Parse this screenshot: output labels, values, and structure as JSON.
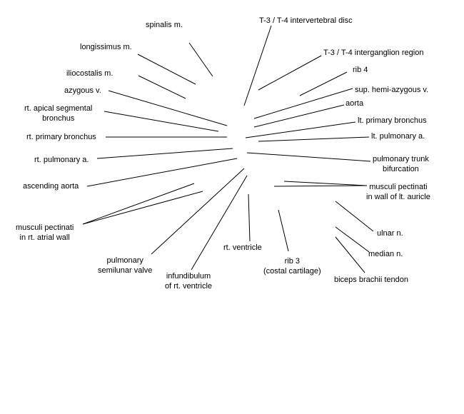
{
  "labels": {
    "spinalis": "spinalis m.",
    "longissimus": "longissimus m.",
    "iliocostalis": "iliocostalis m.",
    "azygous": "azygous v.",
    "apical_bronchus": "rt. apical segmental\nbronchus",
    "rt_primary_bronchus": "rt. primary bronchus",
    "rt_pulmonary_a": "rt. pulmonary a.",
    "ascending_aorta": "ascending aorta",
    "musculi_rt_atrial": "musculi pectinati\nin rt. atrial wall",
    "pulmonary_valve": "pulmonary\nsemilunar valve",
    "infundibulum": "infundibulum\nof rt. ventricle",
    "rt_ventricle": "rt. ventricle",
    "rib3": "rib 3\n(costal cartilage)",
    "biceps": "biceps brachii tendon",
    "median_n": "median n.",
    "ulnar_n": "ulnar n.",
    "musculi_lt_auricle": "musculi pectinati\nin wall of lt. auricle",
    "pulmonary_trunk": "pulmonary trunk\nbifurcation",
    "lt_pulmonary_a": "lt. pulmonary a.",
    "lt_primary_bronchus": "lt. primary bronchus",
    "aorta": "aorta",
    "hemi_azygous": "sup. hemi-azygous v.",
    "rib4": "rib 4",
    "intergangl": "T-3 / T-4 interganglion region",
    "disc": "T-3 / T-4 intervertebral disc"
  }
}
